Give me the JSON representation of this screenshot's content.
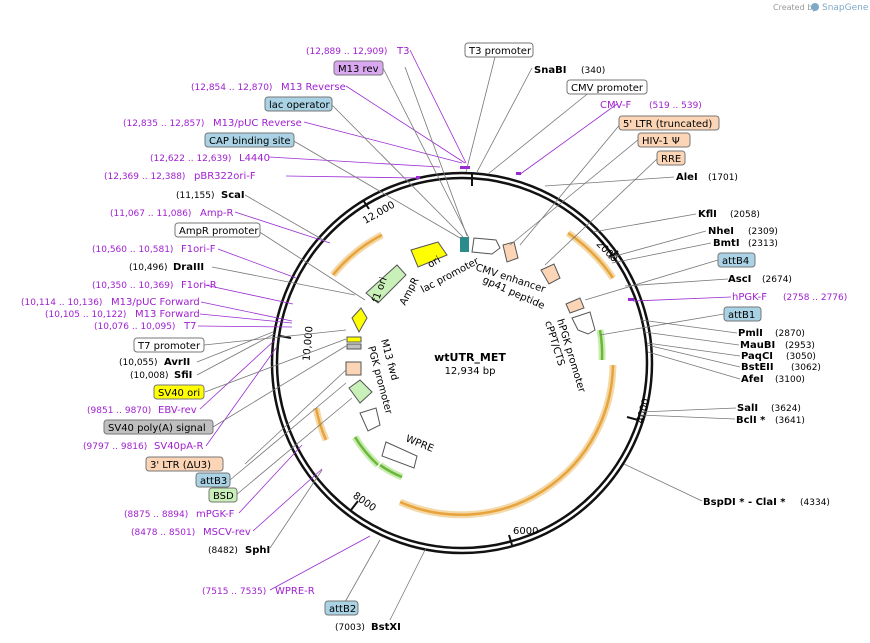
{
  "brand": {
    "created_by": "Created by",
    "name": "SnapGene"
  },
  "plasmid": {
    "name": "wtUTR_MET",
    "length": "12,934 bp"
  },
  "ticks": [
    "2000",
    "4000",
    "6000",
    "8000",
    "10,000",
    "12,000"
  ],
  "colors": {
    "backbone": "#111111",
    "primer": "#9a2bd3",
    "promoter": "#ffffff",
    "ori": "#ffff00",
    "cds": "#c9f0b8",
    "ltr": "#fbd5b5",
    "misc": "#bfbfbf",
    "att": "#a9d2e4",
    "orange_arc": "#e8a33a",
    "green_arc": "#69b83a"
  },
  "labels_right": [
    {
      "name": "T3 promoter",
      "kind": "box-white"
    },
    {
      "name": "SnaBI",
      "coord": "(340)",
      "kind": "enzyme"
    },
    {
      "name": "CMV promoter",
      "kind": "box-white"
    },
    {
      "name": "CMV-F",
      "coord": "(519 .. 539)",
      "kind": "primer"
    },
    {
      "name": "5' LTR (truncated)",
      "kind": "box-ltr"
    },
    {
      "name": "HIV-1 Ψ",
      "kind": "box-ltr"
    },
    {
      "name": "RRE",
      "kind": "box-ltr"
    },
    {
      "name": "AleI",
      "coord": "(1701)",
      "kind": "enzyme"
    },
    {
      "name": "KflI",
      "coord": "(2058)",
      "kind": "enzyme"
    },
    {
      "name": "NheI",
      "coord": "(2309)",
      "kind": "enzyme"
    },
    {
      "name": "BmtI",
      "coord": "(2313)",
      "kind": "enzyme"
    },
    {
      "name": "attB4",
      "kind": "box-att"
    },
    {
      "name": "AscI",
      "coord": "(2674)",
      "kind": "enzyme"
    },
    {
      "name": "hPGK-F",
      "coord": "(2758 .. 2776)",
      "kind": "primer"
    },
    {
      "name": "attB1",
      "kind": "box-att"
    },
    {
      "name": "PmlI",
      "coord": "(2870)",
      "kind": "enzyme"
    },
    {
      "name": "MauBI",
      "coord": "(2953)",
      "kind": "enzyme"
    },
    {
      "name": "PaqCI",
      "coord": "(3050)",
      "kind": "enzyme"
    },
    {
      "name": "BstEII",
      "coord": "(3062)",
      "kind": "enzyme"
    },
    {
      "name": "AfeI",
      "coord": "(3100)",
      "kind": "enzyme"
    },
    {
      "name": "SalI",
      "coord": "(3624)",
      "kind": "enzyme"
    },
    {
      "name": "BclI *",
      "coord": "(3641)",
      "kind": "enzyme"
    },
    {
      "name": "BspDI * - ClaI *",
      "coord": "(4334)",
      "kind": "enzyme"
    },
    {
      "name": "BstXI",
      "coord": "(7003)",
      "kind": "enzyme-left"
    },
    {
      "name": "attB2",
      "kind": "box-att"
    }
  ],
  "labels_left": [
    {
      "name": "T3",
      "coord": "(12,889 .. 12,909)",
      "kind": "primer"
    },
    {
      "name": "M13 rev",
      "kind": "box-primer"
    },
    {
      "name": "M13 Reverse",
      "coord": "(12,854 .. 12,870)",
      "kind": "primer"
    },
    {
      "name": "lac operator",
      "kind": "box-att"
    },
    {
      "name": "M13/pUC Reverse",
      "coord": "(12,835 .. 12,857)",
      "kind": "primer"
    },
    {
      "name": "CAP binding site",
      "kind": "box-att"
    },
    {
      "name": "L4440",
      "coord": "(12,622 .. 12,639)",
      "kind": "primer"
    },
    {
      "name": "pBR322ori-F",
      "coord": "(12,369 .. 12,388)",
      "kind": "primer"
    },
    {
      "name": "ScaI",
      "coord": "(11,155)",
      "kind": "enzyme"
    },
    {
      "name": "Amp-R",
      "coord": "(11,067 .. 11,086)",
      "kind": "primer"
    },
    {
      "name": "AmpR promoter",
      "kind": "box-white"
    },
    {
      "name": "F1ori-F",
      "coord": "(10,560 .. 10,581)",
      "kind": "primer"
    },
    {
      "name": "DraIII",
      "coord": "(10,496)",
      "kind": "enzyme"
    },
    {
      "name": "F1ori-R",
      "coord": "(10,350 .. 10,369)",
      "kind": "primer"
    },
    {
      "name": "M13/pUC Forward",
      "coord": "(10,114 .. 10,136)",
      "kind": "primer"
    },
    {
      "name": "M13 Forward",
      "coord": "(10,105 .. 10,122)",
      "kind": "primer"
    },
    {
      "name": "T7",
      "coord": "(10,076 .. 10,095)",
      "kind": "primer"
    },
    {
      "name": "T7 promoter",
      "kind": "box-white"
    },
    {
      "name": "AvrII",
      "coord": "(10,055)",
      "kind": "enzyme"
    },
    {
      "name": "SfiI",
      "coord": "(10,008)",
      "kind": "enzyme"
    },
    {
      "name": "SV40 ori",
      "kind": "box-ori"
    },
    {
      "name": "EBV-rev",
      "coord": "(9851 .. 9870)",
      "kind": "primer"
    },
    {
      "name": "SV40 poly(A) signal",
      "kind": "box-misc"
    },
    {
      "name": "SV40pA-R",
      "coord": "(9797 .. 9816)",
      "kind": "primer"
    },
    {
      "name": "3' LTR (ΔU3)",
      "kind": "box-ltr"
    },
    {
      "name": "attB3",
      "kind": "box-att"
    },
    {
      "name": "BSD",
      "kind": "box-cds"
    },
    {
      "name": "mPGK-F",
      "coord": "(8875 .. 8894)",
      "kind": "primer"
    },
    {
      "name": "MSCV-rev",
      "coord": "(8478 .. 8501)",
      "kind": "primer"
    },
    {
      "name": "SphI",
      "coord": "(8482)",
      "kind": "enzyme"
    },
    {
      "name": "WPRE-R",
      "coord": "(7515 .. 7535)",
      "kind": "primer"
    }
  ],
  "inner_labels": [
    "CMV enhancer",
    "gp41 peptide",
    "hPGK promoter",
    "cPPT/CTS",
    "WPRE",
    "PGK promoter",
    "M13 fwd",
    "f1 ori",
    "AmpR",
    "ori",
    "lac promoter"
  ]
}
